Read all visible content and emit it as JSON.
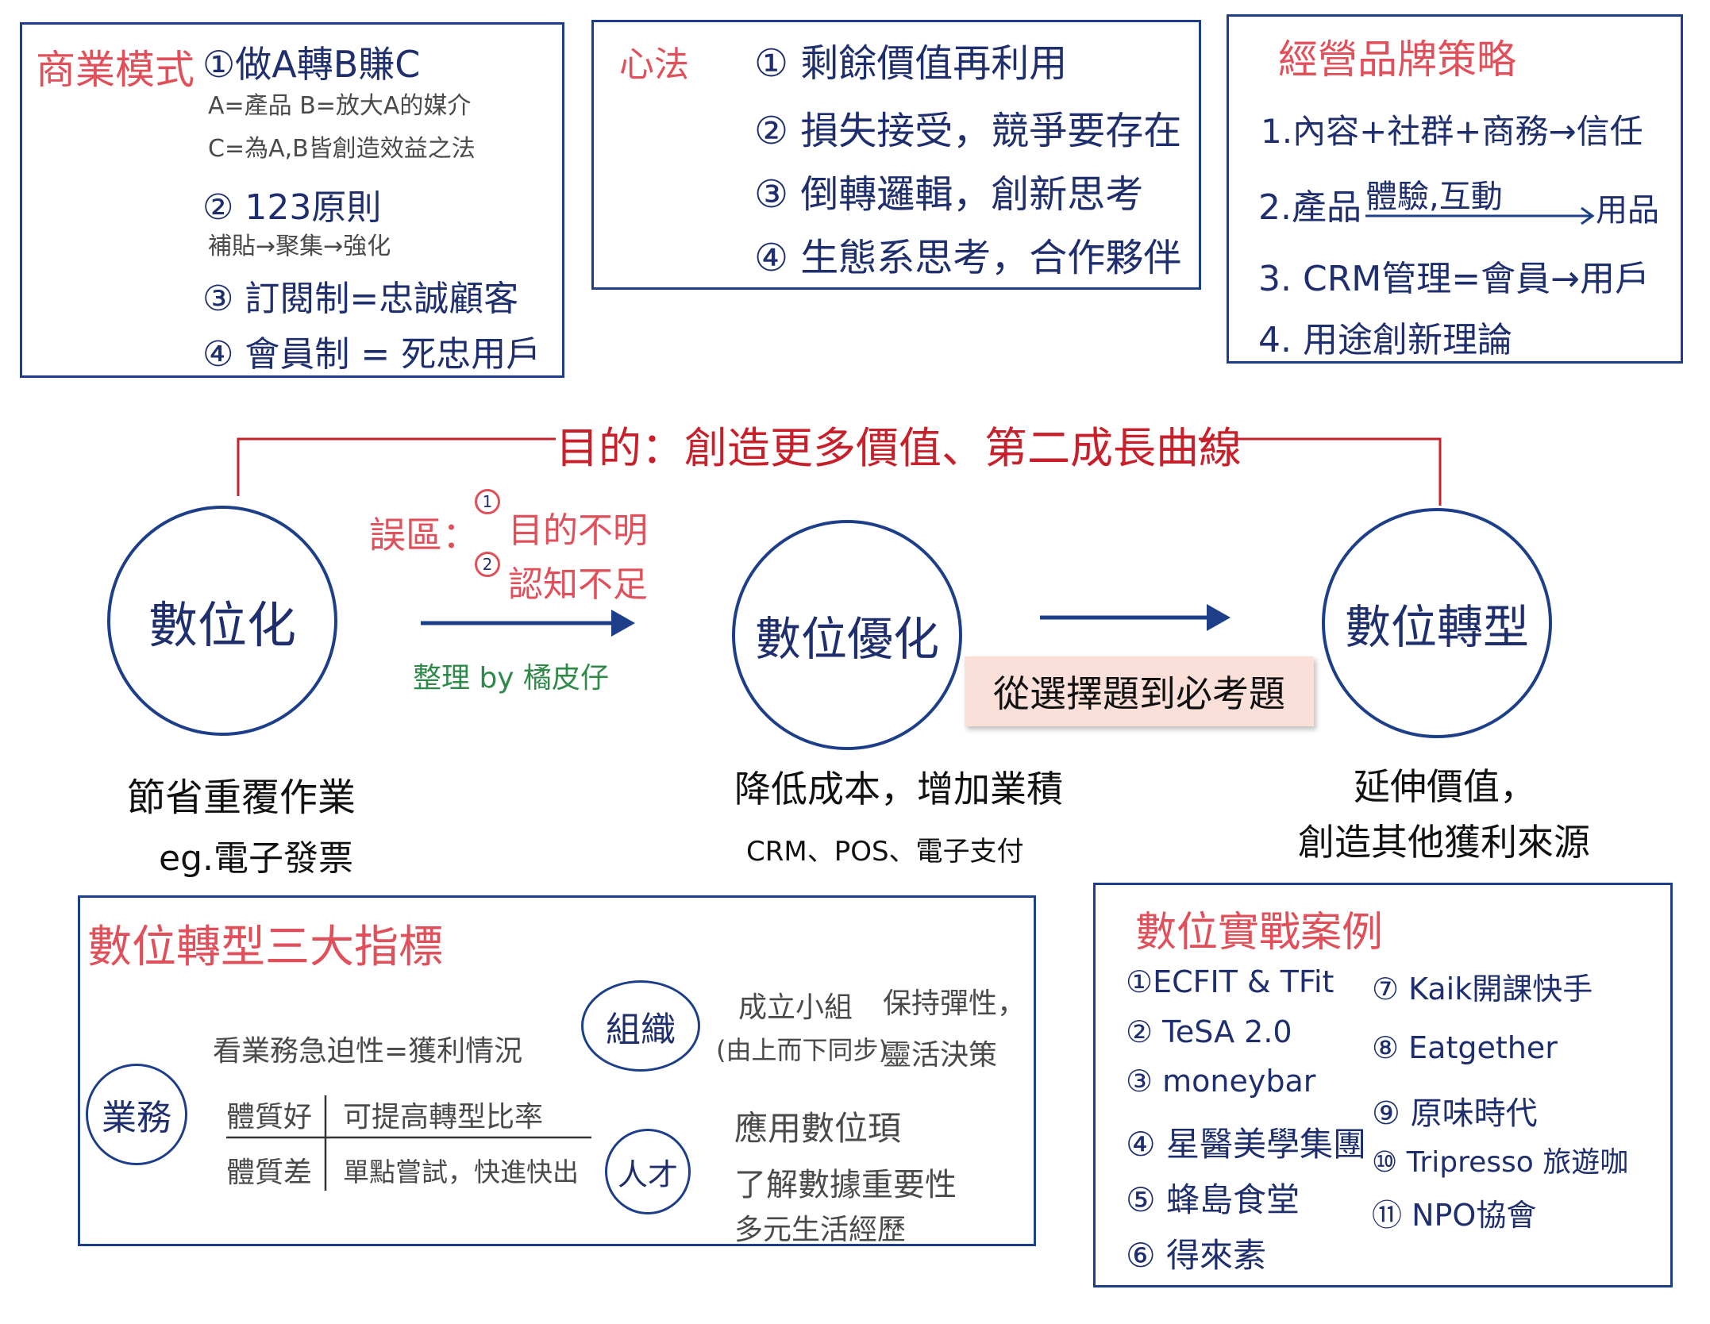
{
  "business_model": {
    "title": "商業模式",
    "item1": "①做A轉B賺C",
    "item1_sub1": "A=產品 B=放大A的媒介",
    "item1_sub2": "C=為A,B皆創造效益之法",
    "item2": "② 123原則",
    "item2_sub": "補貼→聚集→強化",
    "item3": "③ 訂閱制=忠誠顧客",
    "item4": "④ 會員制 = 死忠用戶"
  },
  "mindset": {
    "title": "心法",
    "items": [
      "① 剩餘價值再利用",
      "② 損失接受，競爭要存在",
      "③ 倒轉邏輯，創新思考",
      "④ 生態系思考，合作夥伴"
    ]
  },
  "brand": {
    "title": "經營品牌策略",
    "item1": "1.內容+社群+商務→信任",
    "item2_prefix": "2.產品",
    "item2_arrow_label": "體驗,互動",
    "item2_suffix": "用品",
    "item3": "3. CRM管理=會員→用戶",
    "item4": "4. 用途創新理論"
  },
  "goal": "目的：創造更多價值、第二成長曲線",
  "misconception": {
    "label": "誤區：",
    "item1": "目的不明",
    "item2": "認知不足"
  },
  "credit": "整理 by 橘皮仔",
  "stages": [
    {
      "title": "數位化",
      "desc1": "節省重覆作業",
      "desc2": "eg.電子發票"
    },
    {
      "title": "數位優化",
      "desc1": "降低成本，增加業積",
      "desc2": "CRM、POS、電子支付"
    },
    {
      "title": "數位轉型",
      "desc1": "延伸價值，",
      "desc2": "創造其他獲利來源"
    }
  ],
  "tag": "從選擇題到必考題",
  "indicators": {
    "title": "數位轉型三大指標",
    "business": {
      "circle": "業務",
      "line": "看業務急迫性=獲利情況",
      "row1_left": "體質好",
      "row1_right": "可提高轉型比率",
      "row2_left": "體質差",
      "row2_right": "單點嘗試，快進快出"
    },
    "org": {
      "circle": "組織",
      "col1_line1": "成立小組",
      "col1_line2": "(由上而下同步)",
      "col2_line1": "保持彈性，",
      "col2_line2": "靈活決策"
    },
    "talent": {
      "circle": "人才",
      "lines": [
        "應用數位頊",
        "了解數據重要性",
        "多元生活經歷"
      ]
    }
  },
  "cases": {
    "title": "數位實戰案例",
    "left": [
      "①ECFIT & TFit",
      "② TeSA 2.0",
      "③ moneybar",
      "④ 星醫美學集團",
      "⑤ 蜂島食堂",
      "⑥ 得來素"
    ],
    "right": [
      "⑦ Kaik開課快手",
      "⑧ Eatgether",
      "⑨ 原味時代",
      "⑩ Tripresso 旅遊咖",
      "⑪ NPO協會"
    ]
  }
}
